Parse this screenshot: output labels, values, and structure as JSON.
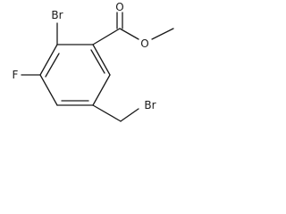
{
  "molecule": {
    "atoms": {
      "br_top": "Br",
      "o_carbonyl": "O",
      "o_ester": "O",
      "f": "F",
      "br_side": "Br"
    }
  }
}
